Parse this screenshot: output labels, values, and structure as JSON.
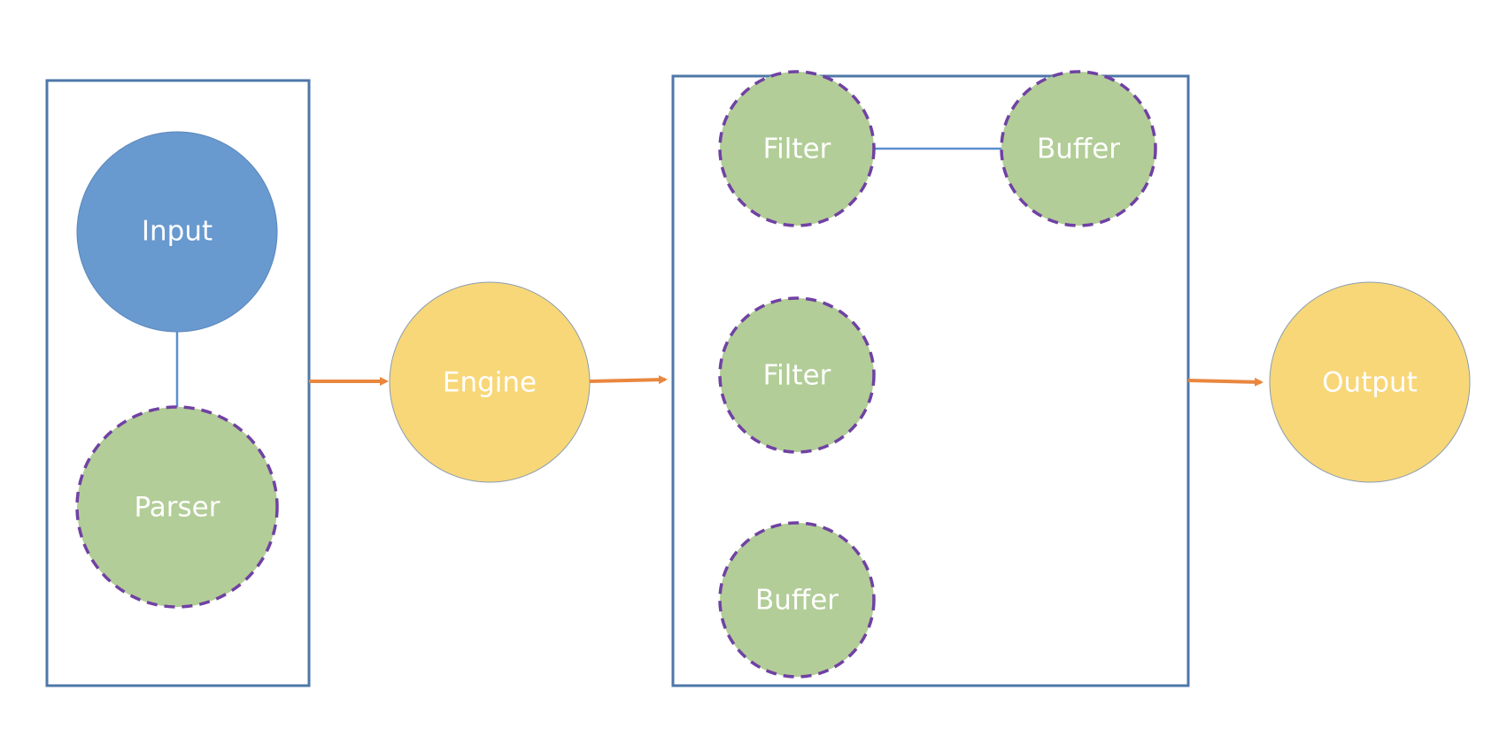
{
  "colors": {
    "background": "#ffffff",
    "container_border": "#4e77a8",
    "blue_fill": "#6899cf",
    "green_fill": "#b2cd97",
    "yellow_fill": "#f8d779",
    "dashed_border": "#7041a3",
    "arrow": "#e9873f",
    "connector": "#5b8fd0",
    "label": "#ffffff"
  },
  "nodes": {
    "input": {
      "label": "Input"
    },
    "parser": {
      "label": "Parser"
    },
    "engine": {
      "label": "Engine"
    },
    "filter_top": {
      "label": "Filter"
    },
    "buffer_top": {
      "label": "Buffer"
    },
    "filter_mid": {
      "label": "Filter"
    },
    "buffer_bottom": {
      "label": "Buffer"
    },
    "output": {
      "label": "Output"
    }
  }
}
